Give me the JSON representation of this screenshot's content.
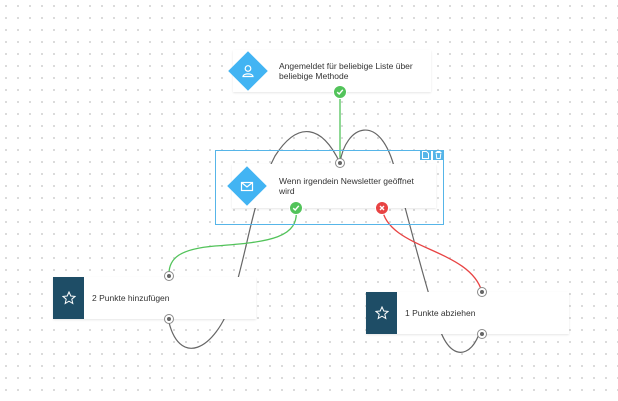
{
  "colors": {
    "trigger_blue": "#42b4f3",
    "action_navy": "#1e4d66",
    "yes_green": "#52c35a",
    "no_red": "#e84343",
    "wire_gray": "#666666",
    "selection_blue": "#56b5e8"
  },
  "nodes": {
    "subscribe": {
      "label": "Angemeldet für beliebige Liste über beliebige Methode",
      "icon": "user-icon"
    },
    "newsletter": {
      "label": "Wenn irgendein Newsletter geöffnet wird",
      "icon": "envelope-icon",
      "tools": [
        "document-icon",
        "trash-icon"
      ]
    },
    "add_points": {
      "label": "2 Punkte hinzufügen",
      "icon": "star-icon"
    },
    "remove_points": {
      "label": "1 Punkte abziehen",
      "icon": "star-icon"
    }
  },
  "connectors": {
    "yes": "check-icon",
    "no": "x-icon"
  }
}
